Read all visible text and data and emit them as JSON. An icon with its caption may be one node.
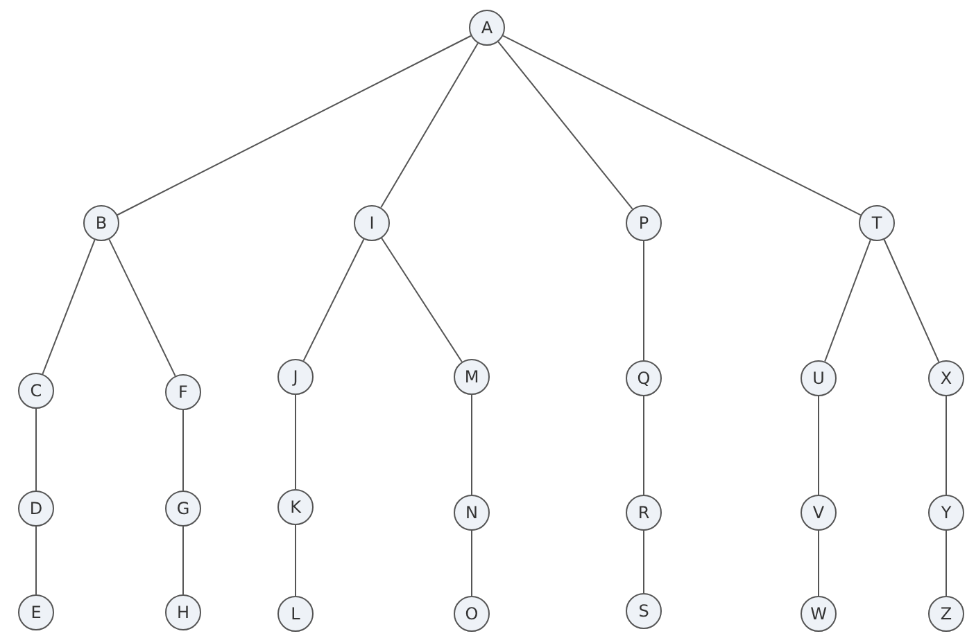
{
  "diagram": {
    "nodes": [
      {
        "text": [
          "A"
        ]
      },
      {
        "text": [
          "B"
        ]
      },
      {
        "text": [
          "I"
        ]
      },
      {
        "text": [
          "P"
        ]
      },
      {
        "text": [
          "T"
        ]
      },
      {
        "text": [
          "C"
        ]
      },
      {
        "text": [
          "F"
        ]
      },
      {
        "text": [
          "J"
        ]
      },
      {
        "text": [
          "M"
        ]
      },
      {
        "text": [
          "Q"
        ]
      },
      {
        "text": [
          "U"
        ]
      },
      {
        "text": [
          "X"
        ]
      },
      {
        "text": [
          "D"
        ]
      },
      {
        "text": [
          "G"
        ]
      },
      {
        "text": [
          "K"
        ]
      },
      {
        "text": [
          "N"
        ]
      },
      {
        "text": [
          "R"
        ]
      },
      {
        "text": [
          "V"
        ]
      },
      {
        "text": [
          "Y"
        ]
      },
      {
        "text": [
          "E"
        ]
      },
      {
        "text": [
          "H"
        ]
      },
      {
        "text": [
          "L"
        ]
      },
      {
        "text": [
          "O"
        ]
      },
      {
        "text": [
          "S"
        ]
      },
      {
        "text": [
          "W"
        ]
      },
      {
        "text": [
          "Z"
        ]
      }
    ],
    "edges": [
      {
        "from": 0,
        "to": 1,
        "arrow": "none"
      },
      {
        "from": 0,
        "to": 2,
        "arrow": "none"
      },
      {
        "from": 0,
        "to": 3,
        "arrow": "none"
      },
      {
        "from": 0,
        "to": 4,
        "arrow": "none"
      },
      {
        "from": 1,
        "to": 5,
        "arrow": "none"
      },
      {
        "from": 1,
        "to": 6,
        "arrow": "none"
      },
      {
        "from": 2,
        "to": 7,
        "arrow": "none"
      },
      {
        "from": 2,
        "to": 8,
        "arrow": "none"
      },
      {
        "from": 3,
        "to": 9,
        "arrow": "none"
      },
      {
        "from": 4,
        "to": 10,
        "arrow": "none"
      },
      {
        "from": 4,
        "to": 11,
        "arrow": "none"
      },
      {
        "from": 5,
        "to": 12,
        "arrow": "none"
      },
      {
        "from": 6,
        "to": 13,
        "arrow": "none"
      },
      {
        "from": 7,
        "to": 14,
        "arrow": "none"
      },
      {
        "from": 8,
        "to": 15,
        "arrow": "none"
      },
      {
        "from": 9,
        "to": 16,
        "arrow": "none"
      },
      {
        "from": 10,
        "to": 17,
        "arrow": "none"
      },
      {
        "from": 11,
        "to": 18,
        "arrow": "none"
      },
      {
        "from": 12,
        "to": 19,
        "arrow": "none"
      },
      {
        "from": 13,
        "to": 20,
        "arrow": "none"
      },
      {
        "from": 14,
        "to": 21,
        "arrow": "none"
      },
      {
        "from": 15,
        "to": 22,
        "arrow": "none"
      },
      {
        "from": 16,
        "to": 23,
        "arrow": "none"
      },
      {
        "from": 17,
        "to": 24,
        "arrow": "none"
      },
      {
        "from": 18,
        "to": 25,
        "arrow": "none"
      }
    ]
  }
}
